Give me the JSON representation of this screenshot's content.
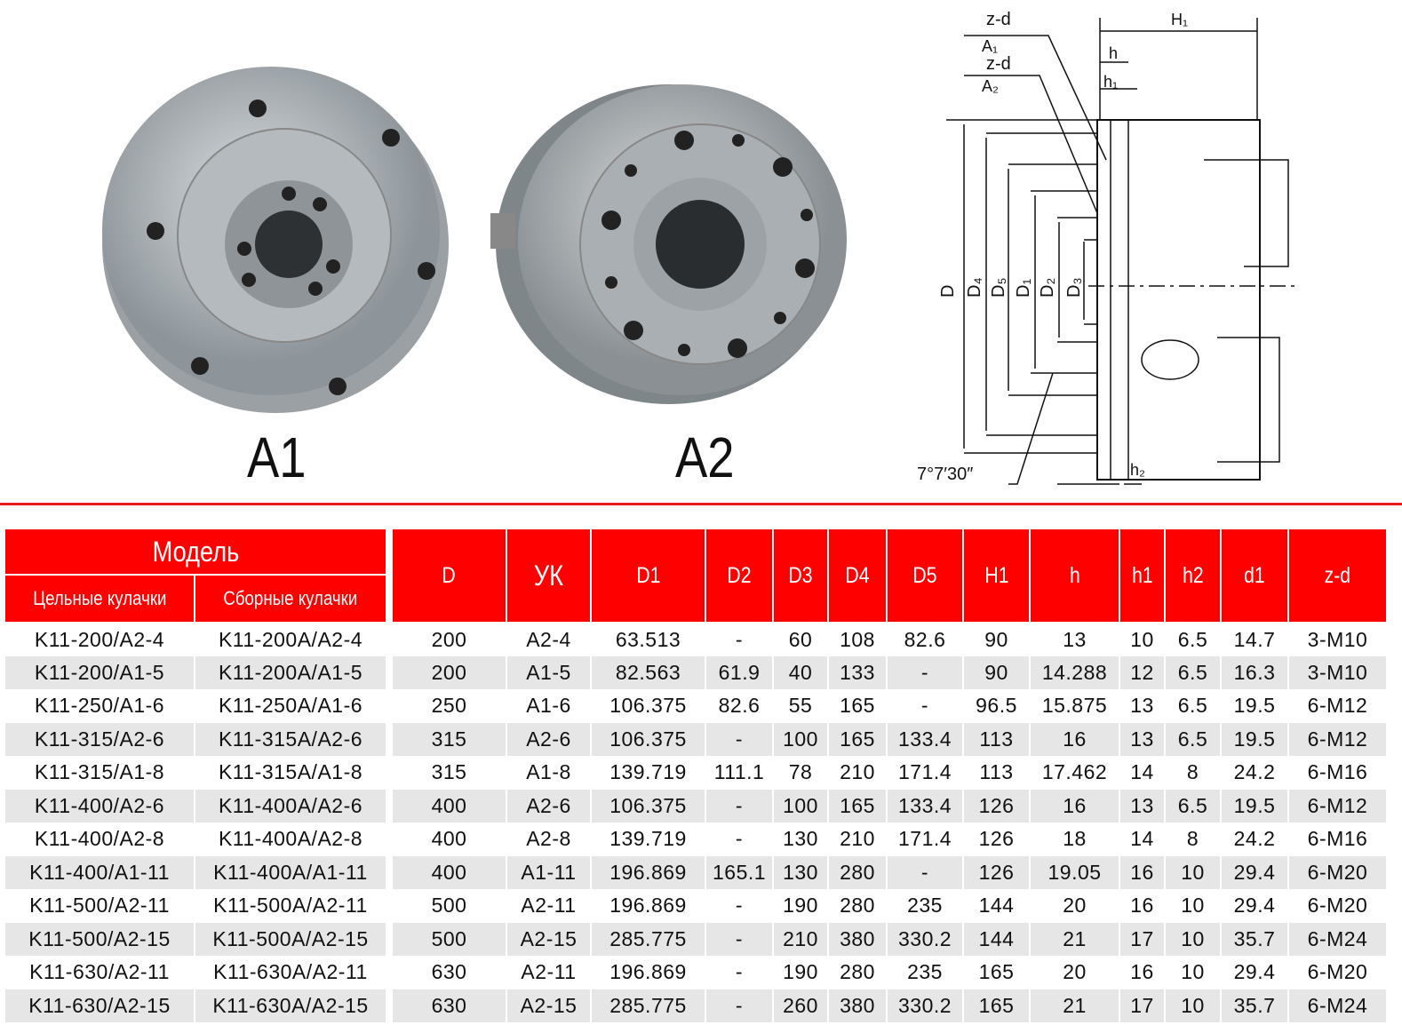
{
  "images": [
    {
      "label": "A1"
    },
    {
      "label": "A2"
    }
  ],
  "diagram": {
    "labels": {
      "zd1": "z-d",
      "a1": "A₁",
      "zd2": "z-d",
      "a2": "A₂",
      "H1": "H₁",
      "h": "h",
      "h1": "h₁",
      "h2": "h₂",
      "D": "D",
      "D4": "D₄",
      "D5": "D₅",
      "D1": "D₁",
      "D2": "D₂",
      "D3": "D₃",
      "angle": "7°7′30″"
    }
  },
  "table": {
    "group_header": "Модель",
    "sub_headers": [
      "Цельные кулачки",
      "Сборные кулачки"
    ],
    "columns": [
      "D",
      "УК",
      "D1",
      "D2",
      "D3",
      "D4",
      "D5",
      "H1",
      "h",
      "h1",
      "h2",
      "d1",
      "z-d"
    ],
    "rows": [
      [
        "K11-200/A2-4",
        "K11-200A/A2-4",
        "200",
        "A2-4",
        "63.513",
        "-",
        "60",
        "108",
        "82.6",
        "90",
        "13",
        "10",
        "6.5",
        "14.7",
        "3-M10"
      ],
      [
        "K11-200/A1-5",
        "K11-200A/A1-5",
        "200",
        "A1-5",
        "82.563",
        "61.9",
        "40",
        "133",
        "-",
        "90",
        "14.288",
        "12",
        "6.5",
        "16.3",
        "3-M10"
      ],
      [
        "K11-250/A1-6",
        "K11-250A/A1-6",
        "250",
        "A1-6",
        "106.375",
        "82.6",
        "55",
        "165",
        "-",
        "96.5",
        "15.875",
        "13",
        "6.5",
        "19.5",
        "6-M12"
      ],
      [
        "K11-315/A2-6",
        "K11-315A/A2-6",
        "315",
        "A2-6",
        "106.375",
        "-",
        "100",
        "165",
        "133.4",
        "113",
        "16",
        "13",
        "6.5",
        "19.5",
        "6-M12"
      ],
      [
        "K11-315/A1-8",
        "K11-315A/A1-8",
        "315",
        "A1-8",
        "139.719",
        "111.1",
        "78",
        "210",
        "171.4",
        "113",
        "17.462",
        "14",
        "8",
        "24.2",
        "6-M16"
      ],
      [
        "K11-400/A2-6",
        "K11-400A/A2-6",
        "400",
        "A2-6",
        "106.375",
        "-",
        "100",
        "165",
        "133.4",
        "126",
        "16",
        "13",
        "6.5",
        "19.5",
        "6-M12"
      ],
      [
        "K11-400/A2-8",
        "K11-400A/A2-8",
        "400",
        "A2-8",
        "139.719",
        "-",
        "130",
        "210",
        "171.4",
        "126",
        "18",
        "14",
        "8",
        "24.2",
        "6-M16"
      ],
      [
        "K11-400/A1-11",
        "K11-400A/A1-11",
        "400",
        "A1-11",
        "196.869",
        "165.1",
        "130",
        "280",
        "-",
        "126",
        "19.05",
        "16",
        "10",
        "29.4",
        "6-M20"
      ],
      [
        "K11-500/A2-11",
        "K11-500A/A2-11",
        "500",
        "A2-11",
        "196.869",
        "-",
        "190",
        "280",
        "235",
        "144",
        "20",
        "16",
        "10",
        "29.4",
        "6-M20"
      ],
      [
        "K11-500/A2-15",
        "K11-500A/A2-15",
        "500",
        "A2-15",
        "285.775",
        "-",
        "210",
        "380",
        "330.2",
        "144",
        "21",
        "17",
        "10",
        "35.7",
        "6-M24"
      ],
      [
        "K11-630/A2-11",
        "K11-630A/A2-11",
        "630",
        "A2-11",
        "196.869",
        "-",
        "190",
        "280",
        "235",
        "165",
        "20",
        "16",
        "10",
        "29.4",
        "6-M20"
      ],
      [
        "K11-630/A2-15",
        "K11-630A/A2-15",
        "630",
        "A2-15",
        "285.775",
        "-",
        "260",
        "380",
        "330.2",
        "165",
        "21",
        "17",
        "10",
        "35.7",
        "6-M24"
      ]
    ]
  },
  "colors": {
    "header": "#ff0000",
    "alt_row": "#e6e6e6"
  }
}
